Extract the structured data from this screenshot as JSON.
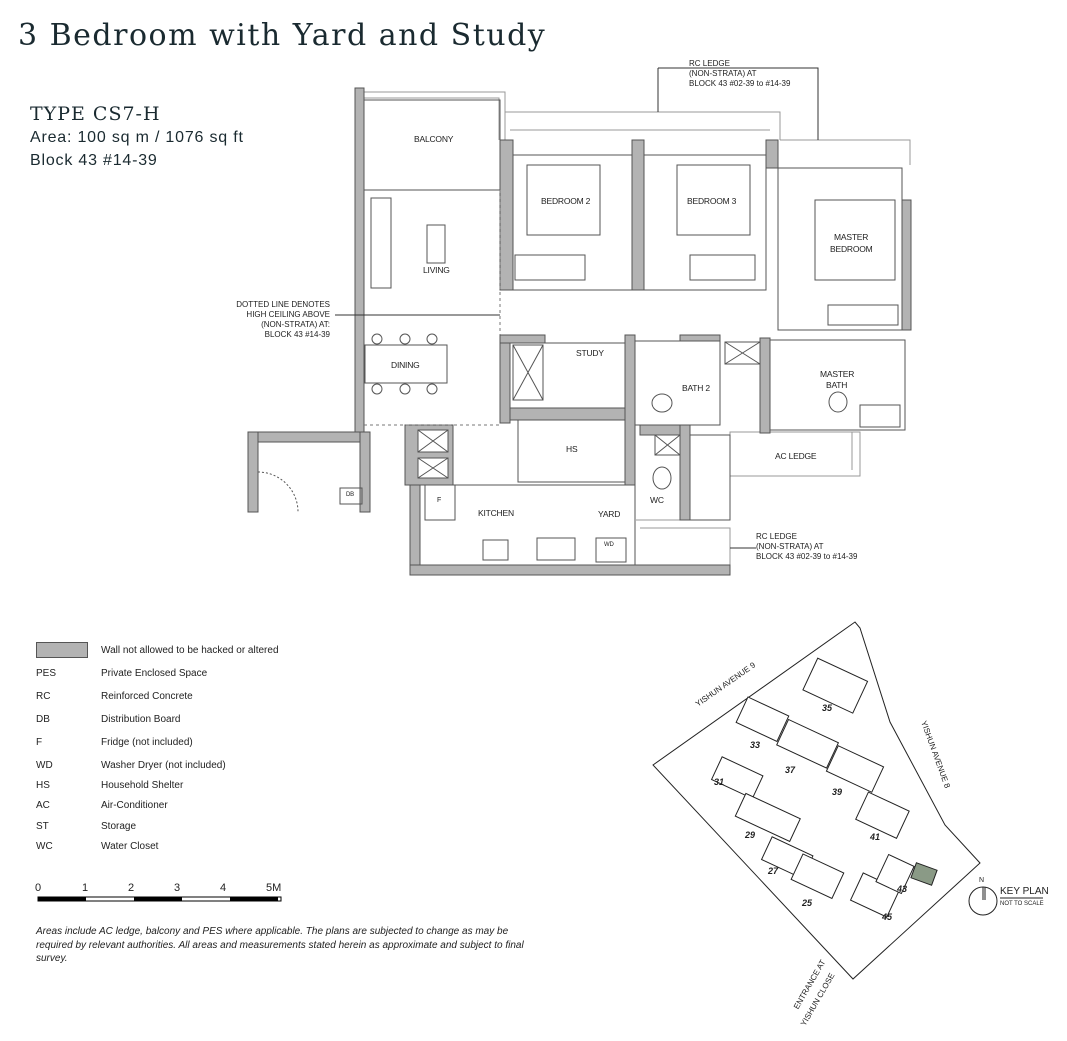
{
  "title": "3 Bedroom with Yard and Study",
  "unit": {
    "type": "TYPE CS7-H",
    "area": "Area: 100 sq m / 1076 sq ft",
    "block": "Block 43 #14-39"
  },
  "rooms": {
    "balcony": "BALCONY",
    "bedroom2": "BEDROOM 2",
    "bedroom3": "BEDROOM 3",
    "master_bedroom_1": "MASTER",
    "master_bedroom_2": "BEDROOM",
    "living": "LIVING",
    "dining": "DINING",
    "study": "STUDY",
    "bath2": "BATH 2",
    "master_bath_1": "MASTER",
    "master_bath_2": "BATH",
    "hs": "HS",
    "ac_ledge": "AC LEDGE",
    "wc": "WC",
    "kitchen": "KITCHEN",
    "yard": "YARD",
    "db": "DB",
    "fridge": "F",
    "wd": "WD"
  },
  "notes": {
    "rc_top": [
      "RC LEDGE",
      "(NON-STRATA) AT",
      "BLOCK 43 #02-39 to #14-39"
    ],
    "dotted": [
      "DOTTED LINE DENOTES",
      "HIGH CEILING ABOVE",
      "(NON-STRATA) AT:",
      "BLOCK 43 #14-39"
    ],
    "rc_bottom": [
      "RC LEDGE",
      "(NON-STRATA) AT",
      "BLOCK 43 #02-39 to #14-39"
    ]
  },
  "legend": {
    "wall_desc": "Wall not allowed to be hacked or altered",
    "items": [
      {
        "abbr": "PES",
        "desc": "Private Enclosed Space"
      },
      {
        "abbr": "RC",
        "desc": "Reinforced Concrete"
      },
      {
        "abbr": "DB",
        "desc": "Distribution Board"
      },
      {
        "abbr": "F",
        "desc": "Fridge (not included)"
      },
      {
        "abbr": "WD",
        "desc": "Washer Dryer (not included)"
      },
      {
        "abbr": "HS",
        "desc": "Household Shelter"
      },
      {
        "abbr": "AC",
        "desc": "Air-Conditioner"
      },
      {
        "abbr": "ST",
        "desc": "Storage"
      },
      {
        "abbr": "WC",
        "desc": "Water Closet"
      }
    ]
  },
  "scale": {
    "ticks": [
      "0",
      "1",
      "2",
      "3",
      "4",
      "5M"
    ]
  },
  "disclaimer": "Areas include AC ledge, balcony and PES where applicable. The plans are subjected to change as may be required by relevant authorities. All areas and measurements stated herein as approximate and subject to final survey.",
  "keyplan": {
    "title": "KEY PLAN",
    "subtitle": "NOT TO SCALE",
    "north": "N",
    "road_1": "YISHUN AVENUE 9",
    "road_2": "YISHUN AVENUE 8",
    "entrance_1": "ENTRANCE AT",
    "entrance_2": "YISHUN CLOSE",
    "blocks": [
      "35",
      "33",
      "37",
      "39",
      "31",
      "29",
      "41",
      "27",
      "25",
      "43",
      "45"
    ],
    "highlight_color": "#8a9a86"
  }
}
